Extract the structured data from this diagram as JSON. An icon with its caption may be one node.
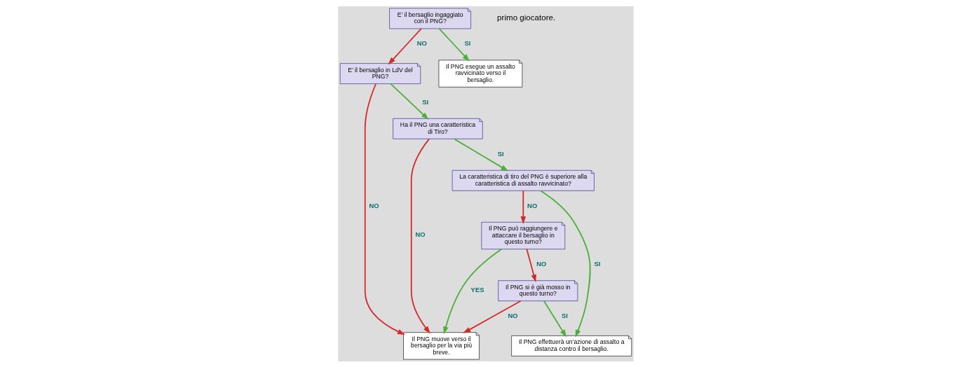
{
  "diagram": {
    "nodes": [
      {
        "text": [
          "E’ il bersaglio ingaggiato con il PNG?"
        ]
      },
      {
        "text": [
          "E’ il bersaglio in LdV del PNG?"
        ]
      },
      {
        "text": [
          "Il PNG esegue un assalto ravvicinato verso il bersaglio."
        ]
      },
      {
        "text": [
          "Ha il PNG una caratteristica di Tiro?"
        ]
      },
      {
        "text": [
          "Il PNG muove verso il bersaglio per la via più breve."
        ]
      },
      {
        "text": [
          "La caratteristica di tiro del PNG è superiore alla caratteristica di assalto ravvicinato?"
        ]
      },
      {
        "text": [
          "Il PNG può raggiungere e attaccare il bersaglio in questo turno?"
        ]
      },
      {
        "text": [
          "Il PNG si è già mosso in questo turno?"
        ]
      },
      {
        "text": [
          "Il PNG effettuerà un’azione di assalto a distanza contro il bersaglio."
        ]
      }
    ],
    "edges": [
      {
        "from": 0,
        "to": 1,
        "arrow": "to",
        "label": "NO",
        "color": "#d42a2a"
      },
      {
        "from": 0,
        "to": 2,
        "arrow": "to",
        "label": "SI",
        "color": "#4caf3a"
      },
      {
        "from": 1,
        "to": 4,
        "arrow": "to",
        "label": "NO",
        "color": "#d42a2a"
      },
      {
        "from": 1,
        "to": 3,
        "arrow": "to",
        "label": "SI",
        "color": "#4caf3a"
      },
      {
        "from": 3,
        "to": 4,
        "arrow": "to",
        "label": "NO",
        "color": "#d42a2a"
      },
      {
        "from": 3,
        "to": 5,
        "arrow": "to",
        "label": "SI",
        "color": "#4caf3a"
      },
      {
        "from": 6,
        "to": 4,
        "arrow": "to",
        "label": "YES",
        "color": "#4caf3a"
      },
      {
        "from": 6,
        "to": 7,
        "arrow": "to",
        "label": "NO",
        "color": "#d42a2a"
      },
      {
        "from": 7,
        "to": 4,
        "arrow": "to",
        "label": "NO",
        "color": "#d42a2a"
      },
      {
        "from": 5,
        "to": 6,
        "arrow": "to",
        "label": "NO",
        "color": "#d42a2a"
      },
      {
        "from": 7,
        "to": 8,
        "arrow": "to",
        "label": "SI",
        "color": "#4caf3a"
      },
      {
        "from": 5,
        "to": 8,
        "arrow": "to",
        "label": "SI",
        "color": "#4caf3a"
      }
    ],
    "labels": [
      "primo giocatore."
    ]
  }
}
